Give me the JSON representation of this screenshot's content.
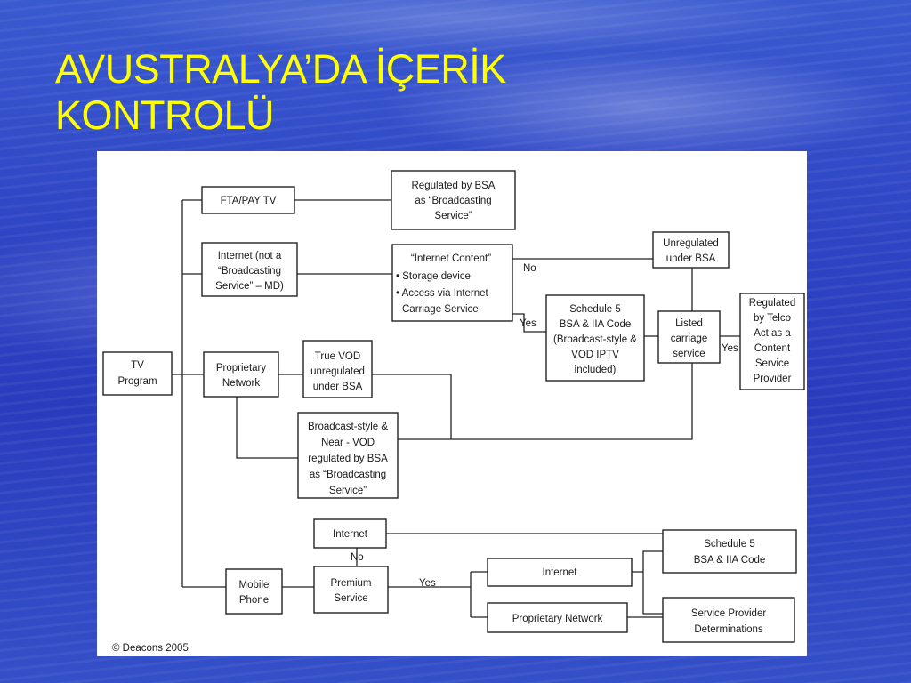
{
  "slide": {
    "title_lines": [
      "AVUSTRALYA’DA İÇERİK",
      "KONTROLÜ"
    ]
  },
  "diagram": {
    "nodes": {
      "tv_program": [
        "TV",
        "Program"
      ],
      "fta_pay_tv": [
        "FTA/PAY TV"
      ],
      "internet_not_bsa": [
        "Internet (not a",
        "“Broadcasting",
        "Service” – MD)"
      ],
      "proprietary_network": [
        "Proprietary",
        "Network"
      ],
      "mobile_phone": [
        "Mobile",
        "Phone"
      ],
      "regulated_bsa": [
        "Regulated by BSA",
        "as “Broadcasting",
        "Service”"
      ],
      "internet_content": [
        "“Internet Content”",
        "•  Storage device",
        "•  Access via Internet",
        "Carriage Service"
      ],
      "true_vod": [
        "True VOD",
        "unregulated",
        "under BSA"
      ],
      "broadcast_style": [
        "Broadcast-style &",
        "Near - VOD",
        "regulated by BSA",
        "as “Broadcasting",
        "Service”"
      ],
      "unregulated_bsa": [
        "Unregulated",
        "under BSA"
      ],
      "schedule5_top": [
        "Schedule 5",
        "BSA & IIA Code",
        "(Broadcast-style &",
        "VOD IPTV",
        "included)"
      ],
      "listed_carriage": [
        "Listed",
        "carriage",
        "service"
      ],
      "regulated_telco": [
        "Regulated",
        "by Telco",
        "Act as a",
        "Content",
        "Service",
        "Provider"
      ],
      "internet_top": [
        "Internet"
      ],
      "premium_service": [
        "Premium",
        "Service"
      ],
      "internet_mid": [
        "Internet"
      ],
      "proprietary_network_2": [
        "Proprietary Network"
      ],
      "schedule5_bottom": [
        "Schedule 5",
        "BSA & IIA Code"
      ],
      "service_provider_det": [
        "Service Provider",
        "Determinations"
      ]
    },
    "edge_labels": {
      "no_1": "No",
      "yes_1": "Yes",
      "yes_2": "Yes",
      "no_2": "No",
      "yes_3": "Yes"
    },
    "copyright": "© Deacons 2005"
  }
}
